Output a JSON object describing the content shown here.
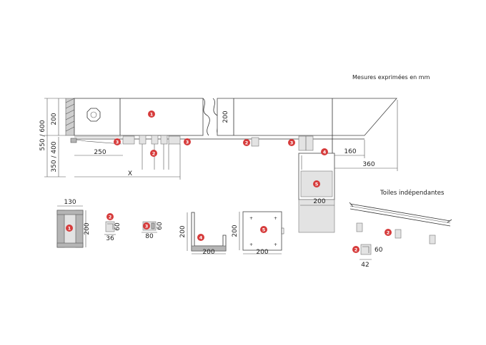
{
  "header": {
    "units_note": "Mesures exprimées en mm"
  },
  "section_title": "Toiles indépendantes",
  "dimensions": {
    "h_200_left": "200",
    "h_550_600": "550 / 600",
    "h_350_400": "350 / 400",
    "w_250": "250",
    "w_x": "X",
    "h_200_mid": "200",
    "w_160": "160",
    "w_360": "360",
    "w_200_box5": "200",
    "d1_130": "130",
    "d1_200": "200",
    "d2_60": "60",
    "d2_36": "36",
    "d3_60": "60",
    "d3_80": "80",
    "d4_200_h": "200",
    "d4_200_w": "200",
    "d5_200_h": "200",
    "d5_200_w": "200",
    "d6_60": "60",
    "d6_42": "42"
  },
  "badges": {
    "b1": "1",
    "b2": "2",
    "b3": "3",
    "b4": "4",
    "b5": "5"
  }
}
